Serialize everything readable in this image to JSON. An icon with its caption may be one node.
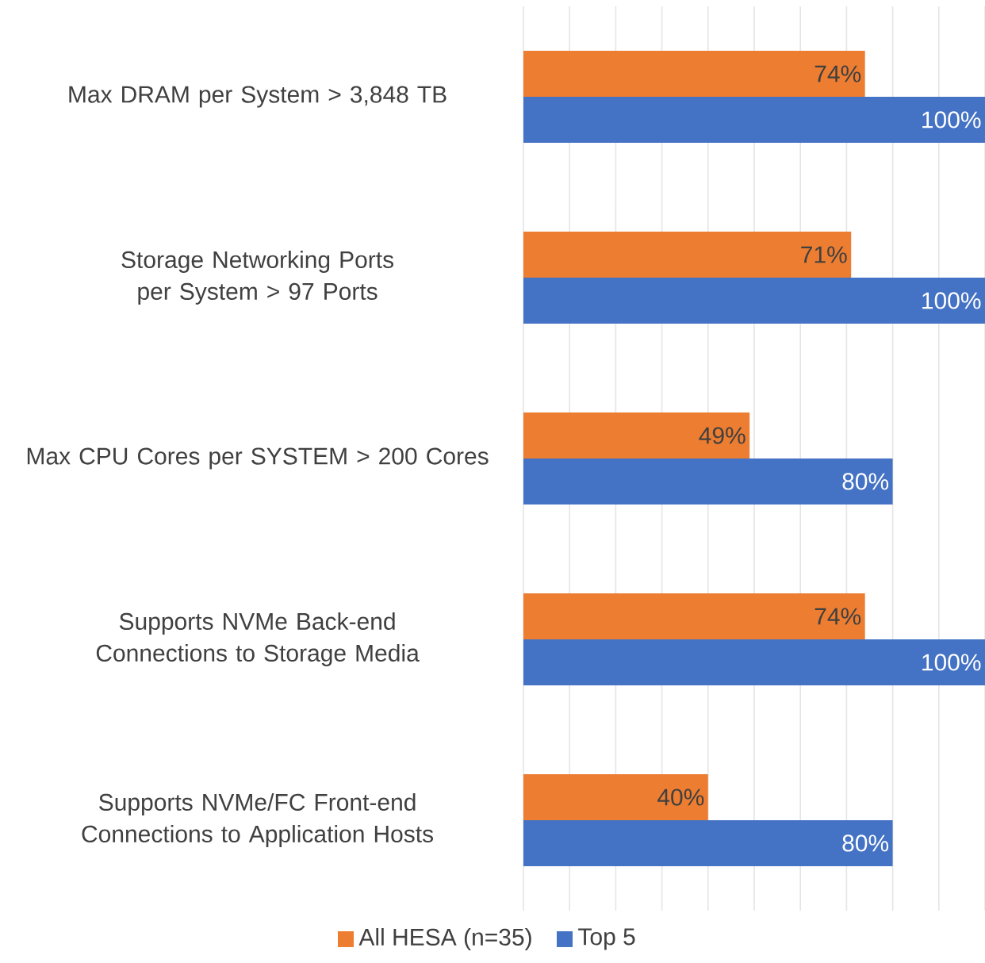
{
  "diagram": {
    "chart_data": {
      "type": "bar",
      "orientation": "horizontal",
      "categories": [
        "Max DRAM per System > 3,848 TB",
        "Storage Networking Ports per System > 97 Ports",
        "Max CPU Cores per SYSTEM > 200 Cores",
        "Supports NVMe Back-end Connections to Storage Media",
        "Supports NVMe/FC Front-end Connections to Application Hosts"
      ],
      "series": [
        {
          "name": "All HESA (n=35)",
          "color": "#ed7d31",
          "values": [
            74,
            71,
            49,
            74,
            40
          ],
          "value_labels": [
            "74%",
            "71%",
            "49%",
            "74%",
            "40%"
          ]
        },
        {
          "name": "Top 5",
          "color": "#4472c4",
          "values": [
            100,
            100,
            80,
            100,
            80
          ],
          "value_labels": [
            "100%",
            "100%",
            "80%",
            "100%",
            "80%"
          ]
        }
      ],
      "legend": "bottom"
    }
  }
}
